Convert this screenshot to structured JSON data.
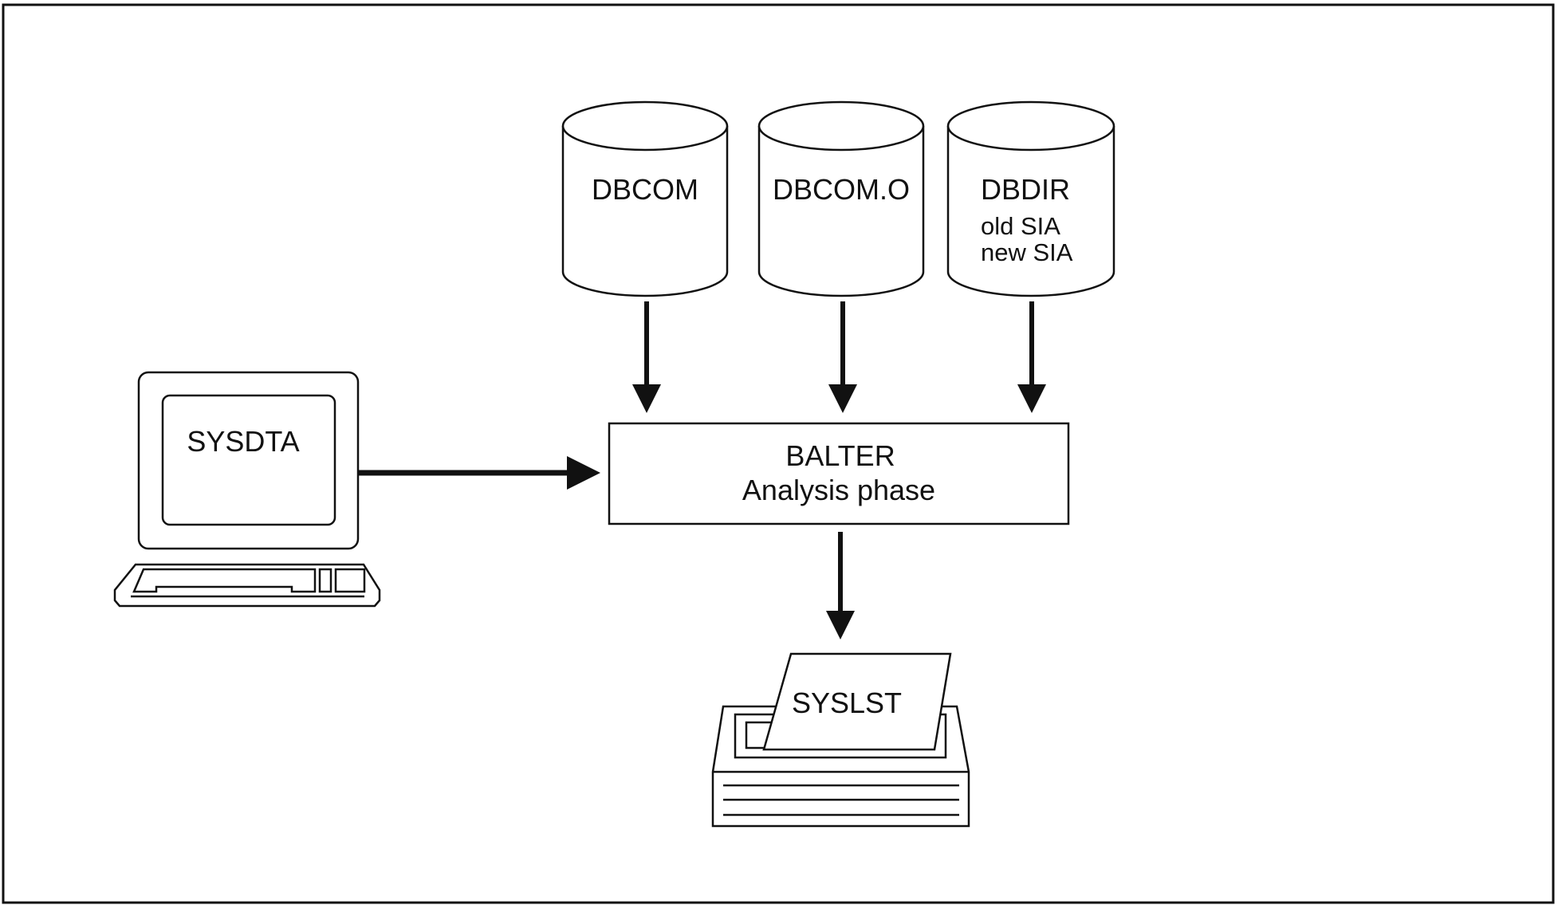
{
  "diagram": {
    "databases": [
      {
        "name": "DBCOM",
        "lines": []
      },
      {
        "name": "DBCOM.O",
        "lines": []
      },
      {
        "name": "DBDIR",
        "lines": [
          "old SIA",
          "new SIA"
        ]
      }
    ],
    "terminal": {
      "label": "SYSDTA"
    },
    "process": {
      "title": "BALTER",
      "subtitle": "Analysis phase"
    },
    "printer": {
      "label": "SYSLST"
    }
  },
  "colors": {
    "stroke": "#111111",
    "background": "#ffffff"
  },
  "icons": {
    "terminal": "computer-terminal-icon",
    "printer": "printer-icon",
    "database": "database-cylinder-icon"
  }
}
